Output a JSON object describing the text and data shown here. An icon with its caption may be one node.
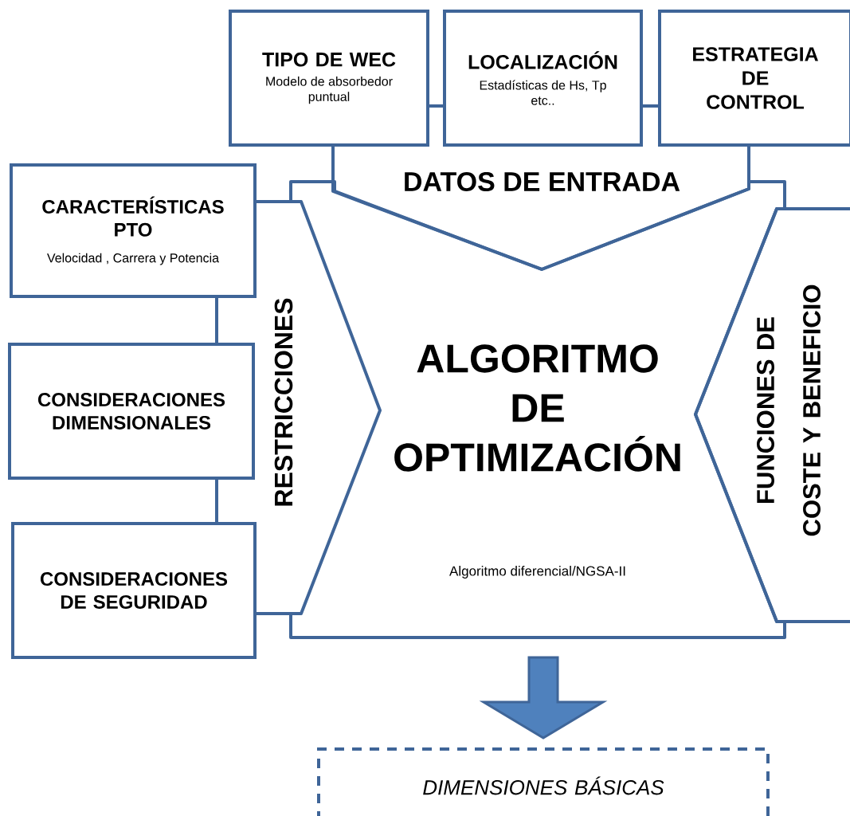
{
  "diagram": {
    "nodes": [
      {
        "text": [
          "TIPO DE WEC",
          "Modelo de absorbedor puntual"
        ]
      },
      {
        "text": [
          "LOCALIZACIÓN",
          "Estadísticas de Hs, Tp etc.."
        ]
      },
      {
        "text": [
          "ESTRATEGIA DE CONTROL"
        ]
      },
      {
        "text": [
          "DATOS DE ENTRADA"
        ]
      },
      {
        "text": [
          "CARACTERÍSTICAS PTO",
          "Velocidad , Carrera y Potencia"
        ]
      },
      {
        "text": [
          "CONSIDERACIONES DIMENSIONALES"
        ]
      },
      {
        "text": [
          "CONSIDERACIONES DE SEGURIDAD"
        ]
      },
      {
        "text": [
          "RESTRICCIONES"
        ]
      },
      {
        "text": [
          "ALGORITMO DE OPTIMIZACIÓN",
          "Algoritmo diferencial/NGSA-II"
        ]
      },
      {
        "text": [
          "FUNCIONES DE COSTE Y BENEFICIO"
        ]
      },
      {
        "text": [
          "DIMENSIONES BÁSICAS"
        ]
      }
    ],
    "edges": [
      {
        "from": 0,
        "to": 1,
        "arrow": "none"
      },
      {
        "from": 1,
        "to": 2,
        "arrow": "none"
      },
      {
        "from": 4,
        "to": 5,
        "arrow": "none"
      },
      {
        "from": 5,
        "to": 6,
        "arrow": "none"
      },
      {
        "from": 4,
        "to": 8,
        "arrow": "none"
      },
      {
        "from": 6,
        "to": 8,
        "arrow": "none"
      },
      {
        "from": 8,
        "to": 10,
        "arrow": "to",
        "style": "thick",
        "color": "#4f81bd"
      }
    ]
  }
}
